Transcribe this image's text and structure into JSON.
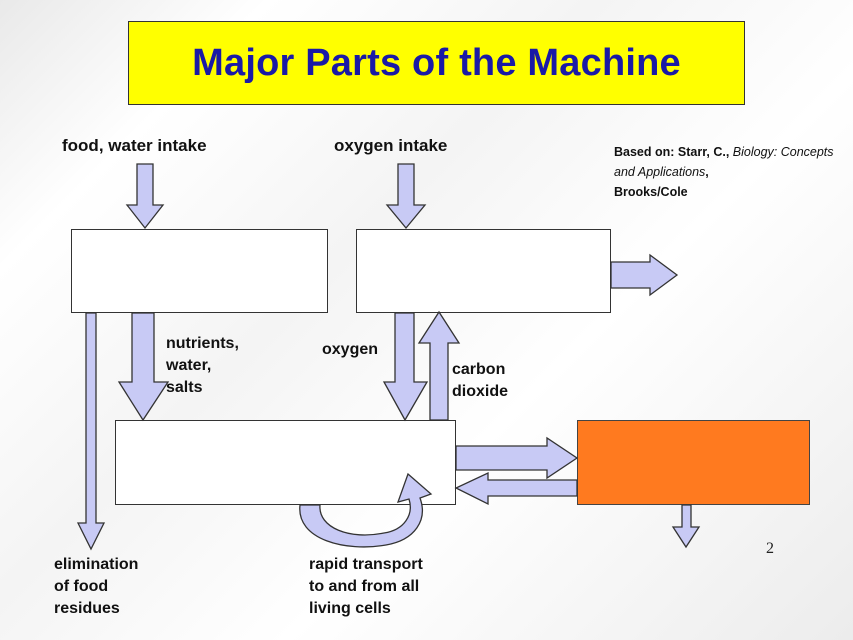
{
  "title": "Major Parts of the Machine",
  "labels": {
    "food_water_intake": "food, water intake",
    "oxygen_intake": "oxygen intake",
    "nutrients": [
      "nutrients,",
      "water,",
      "salts"
    ],
    "oxygen": "oxygen",
    "carbon_dioxide": [
      "carbon",
      "dioxide"
    ],
    "elimination": [
      "elimination",
      "of food",
      "residues"
    ],
    "rapid_transport": [
      "rapid transport",
      "to and from all",
      "living cells"
    ]
  },
  "credit": {
    "prefix": "Based on:  Starr, C., ",
    "book_title": "Biology: Concepts and Applications",
    "comma": ",",
    "publisher": "Brooks/Cole"
  },
  "page_number": "2",
  "colors": {
    "title_bg": "#ffff00",
    "title_text": "#1a1aa6",
    "arrow_fill": "#c8caf5",
    "arrow_stroke": "#333333",
    "orange_box": "#ff7a1f"
  }
}
